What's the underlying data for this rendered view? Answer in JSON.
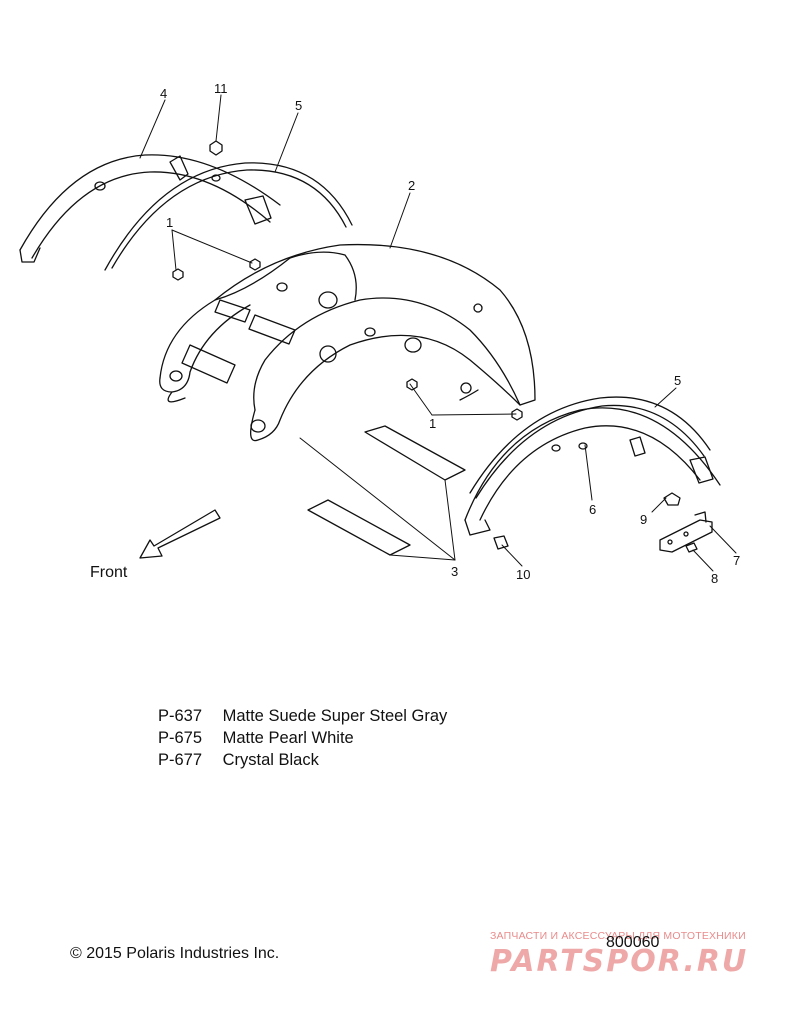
{
  "callouts": {
    "c1a": "1",
    "c1b": "1",
    "c2": "2",
    "c3": "3",
    "c4": "4",
    "c5a": "5",
    "c5b": "5",
    "c6": "6",
    "c7": "7",
    "c8": "8",
    "c9": "9",
    "c10": "10",
    "c11": "11"
  },
  "front_label": "Front",
  "colors": [
    {
      "code": "P-637",
      "name": "Matte Suede Super Steel Gray"
    },
    {
      "code": "P-675",
      "name": "Matte Pearl White"
    },
    {
      "code": "P-677",
      "name": "Crystal Black"
    }
  ],
  "copyright": "© 2015 Polaris Industries Inc.",
  "diagram_id": "800060",
  "watermark": {
    "tagline": "ЗАПЧАСТИ И АКСЕССУАРЫ ДЛЯ МОТОТЕХНИКИ",
    "logo": "PARTSPOR.RU"
  }
}
